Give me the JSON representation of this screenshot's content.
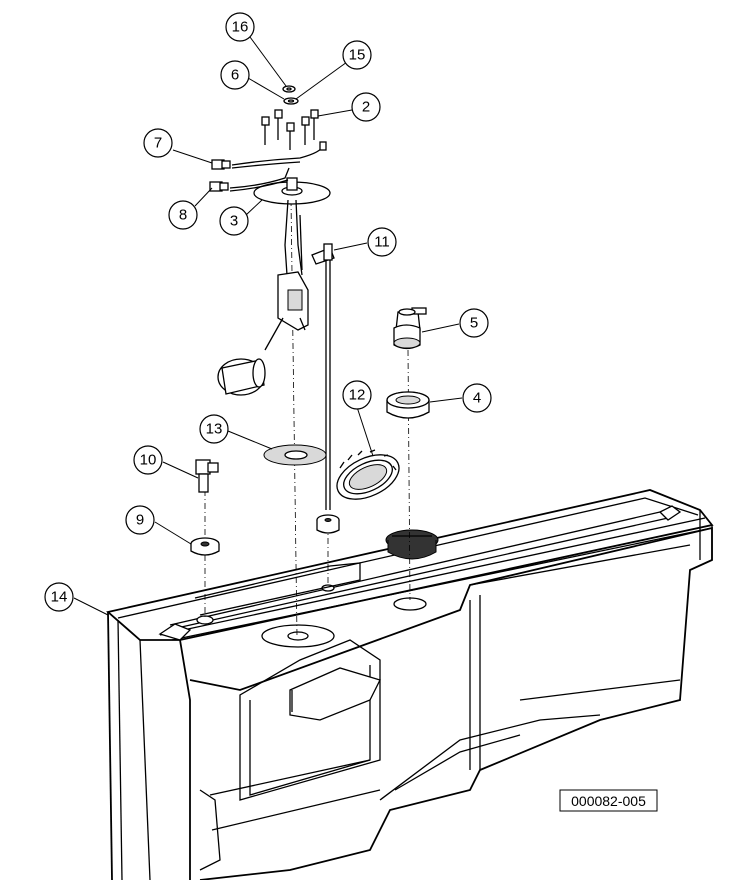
{
  "diagram": {
    "reference_code": "000082-005",
    "callouts": [
      {
        "id": "16",
        "label": "16"
      },
      {
        "id": "6",
        "label": "6"
      },
      {
        "id": "15",
        "label": "15"
      },
      {
        "id": "2",
        "label": "2"
      },
      {
        "id": "7",
        "label": "7"
      },
      {
        "id": "8",
        "label": "8"
      },
      {
        "id": "3",
        "label": "3"
      },
      {
        "id": "11",
        "label": "11"
      },
      {
        "id": "5",
        "label": "5"
      },
      {
        "id": "12",
        "label": "12"
      },
      {
        "id": "4",
        "label": "4"
      },
      {
        "id": "13",
        "label": "13"
      },
      {
        "id": "10",
        "label": "10"
      },
      {
        "id": "9",
        "label": "9"
      },
      {
        "id": "14",
        "label": "14"
      }
    ]
  }
}
